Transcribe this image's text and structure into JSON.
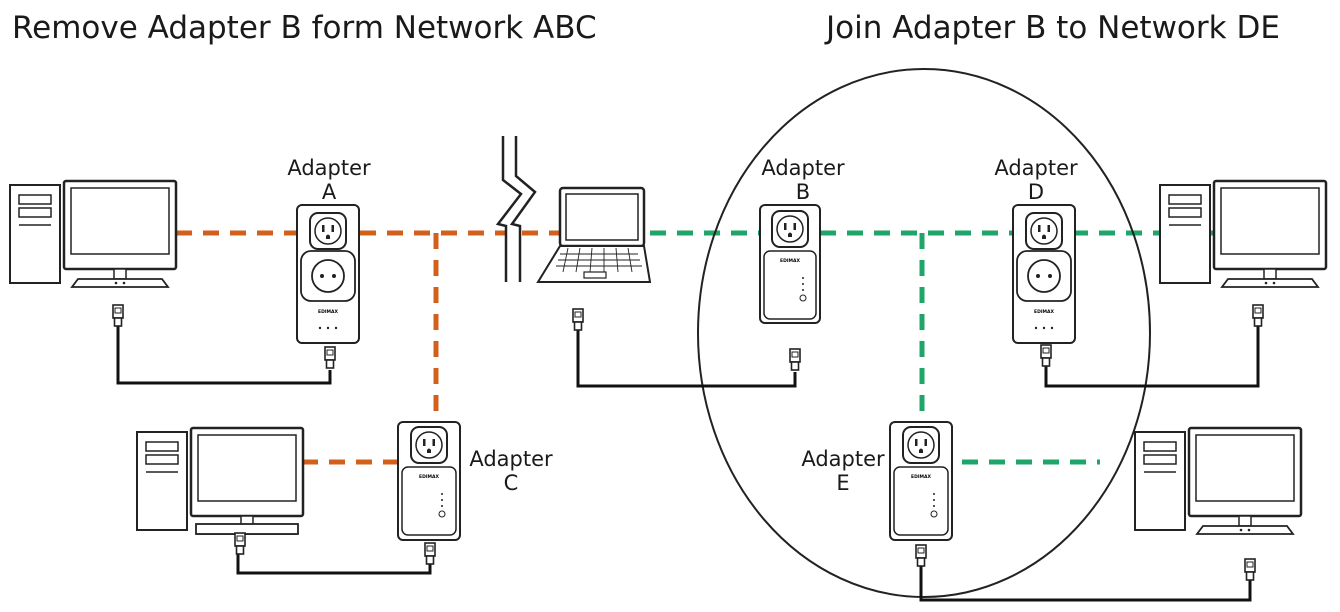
{
  "titles": {
    "left": "Remove Adapter B form Network ABC",
    "right": "Join Adapter B to Network DE"
  },
  "adapters": {
    "a": {
      "word": "Adapter",
      "letter": "A"
    },
    "b": {
      "word": "Adapter",
      "letter": "B"
    },
    "c": {
      "word": "Adapter",
      "letter": "C"
    },
    "d": {
      "word": "Adapter",
      "letter": "D"
    },
    "e": {
      "word": "Adapter",
      "letter": "E"
    }
  },
  "brand": "EDIMAX",
  "colors": {
    "network_abc_line": "#d2601a",
    "network_de_line": "#1fa46a",
    "cable": "#111111"
  }
}
